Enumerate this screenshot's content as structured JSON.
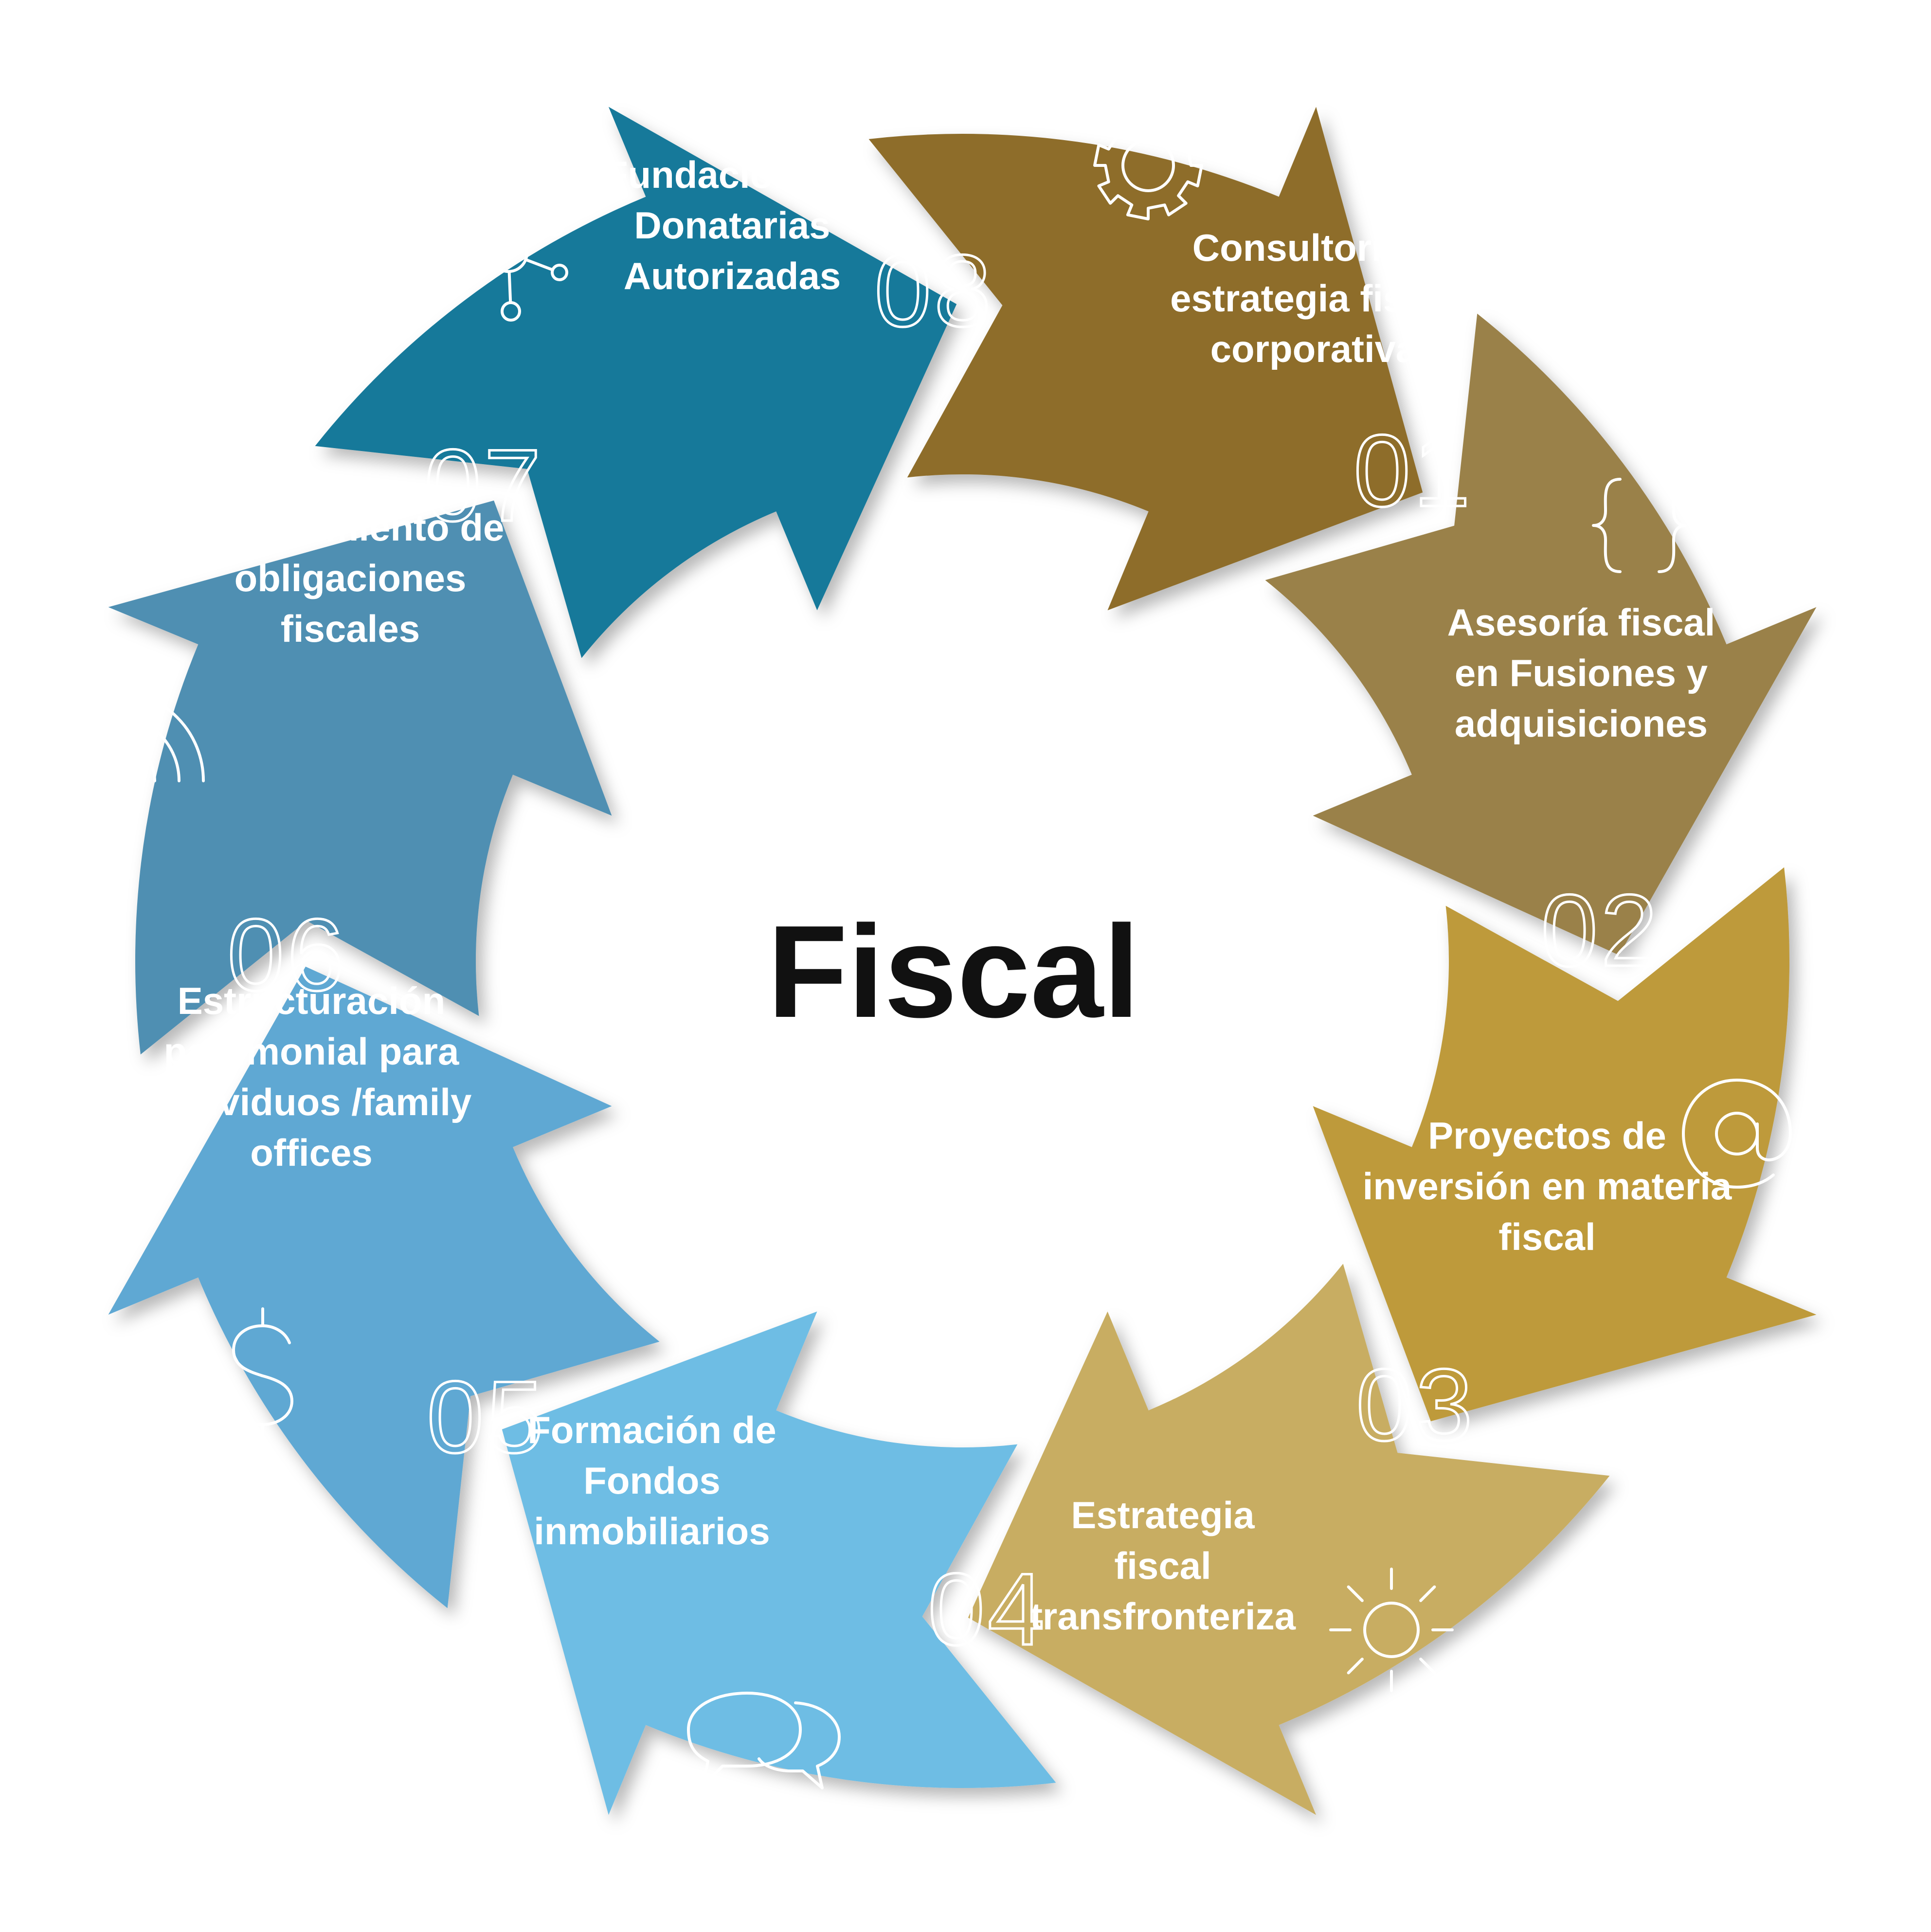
{
  "center_title": "Fiscal",
  "segments": [
    {
      "number": "01",
      "lines": [
        "Consultoría y",
        "estrategia fiscal",
        "corporativa"
      ],
      "icon": "gear-icon",
      "color": "#8E6D2C"
    },
    {
      "number": "02",
      "lines": [
        "Asesoría fiscal",
        "en Fusiones y",
        "adquisiciones"
      ],
      "icon": "braces-icon",
      "color": "#9A8148"
    },
    {
      "number": "03",
      "lines": [
        "Proyectos de",
        "inversión en materia",
        "fiscal"
      ],
      "icon": "at-sign-icon",
      "color": "#BE9A3A"
    },
    {
      "number": "04",
      "lines": [
        "Estrategia",
        "fiscal",
        "transfronteriza"
      ],
      "icon": "sun-icon",
      "color": "#C8AD62"
    },
    {
      "number": "05",
      "lines": [
        "Formación de",
        "Fondos",
        "inmobiliarios"
      ],
      "icon": "chat-bubbles-icon",
      "color": "#6EBDE4"
    },
    {
      "number": "06",
      "lines": [
        "Estructuración",
        "patrimonial para",
        "individuos /family",
        "offices"
      ],
      "icon": "dollar-icon",
      "color": "#5EA8D3"
    },
    {
      "number": "07",
      "lines": [
        "Cumplimiento de",
        "obligaciones",
        "fiscales"
      ],
      "icon": "rss-icon",
      "color": "#4F8FB2"
    },
    {
      "number": "08",
      "lines": [
        "Fundaciones /",
        "Donatarias",
        "Autorizadas"
      ],
      "icon": "network-icon",
      "color": "#12799A"
    }
  ]
}
